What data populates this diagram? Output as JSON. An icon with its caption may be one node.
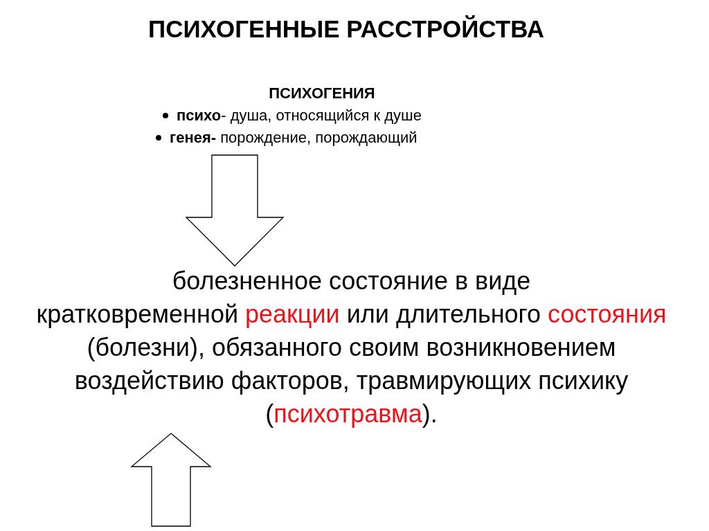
{
  "diagram": {
    "title": "ПСИХОГЕННЫЕ РАССТРОЙСТВА",
    "nodes": [
      {
        "text": [
          "ПСИХОГЕНИЯ",
          "**психо**- душа, относящийся к душе",
          "**генея-** порождение, порождающий"
        ]
      },
      {
        "text": [
          "болезненное состояние в виде",
          "кратковременной",
          "реакции",
          "или длительного",
          "состояния",
          "(болезни), обязанного своим возникновением воздействию факторов, травмирующих психику (",
          "психотравма",
          ")."
        ]
      }
    ],
    "edges": [
      {
        "from": 0,
        "to": 1,
        "arrow": "to"
      },
      {
        "from": null,
        "to": 1,
        "arrow": "to"
      }
    ]
  }
}
